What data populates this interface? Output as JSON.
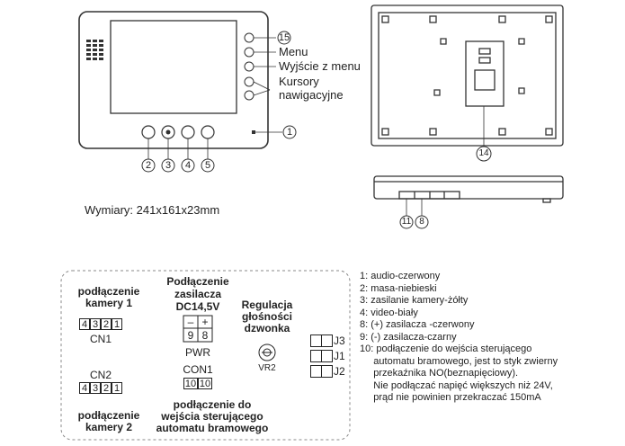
{
  "front_labels": {
    "n15": "15",
    "menu": "Menu",
    "exit": "Wyjście z menu",
    "cursors_1": "Kursory",
    "cursors_2": "nawigacyjne",
    "n1": "1",
    "n2": "2",
    "n3": "3",
    "n4": "4",
    "n5": "5"
  },
  "back_labels": {
    "n14": "14"
  },
  "side_labels": {
    "n11": "11",
    "n8": "8"
  },
  "dimensions": "Wymiary: 241x161x23mm",
  "connections": {
    "camera1_title_1": "podłączenie",
    "camera1_title_2": "kamery 1",
    "cn1_pins": [
      "4",
      "3",
      "2",
      "1"
    ],
    "cn1_label": "CN1",
    "cn2_label": "CN2",
    "cn2_pins": [
      "4",
      "3",
      "2",
      "1"
    ],
    "camera2_title_1": "podłączenie",
    "camera2_title_2": "kamery 2",
    "power_title_1": "Podłączenie",
    "power_title_2": "zasilacza",
    "power_title_3": "DC14,5V",
    "pwr_minus": "–",
    "pwr_plus": "+",
    "pwr_9": "9",
    "pwr_8": "8",
    "pwr_label": "PWR",
    "con1_label": "CON1",
    "con1_pins": [
      "10",
      "10"
    ],
    "gate_title_1": "podłączenie do",
    "gate_title_2": "wejścia sterującego",
    "gate_title_3": "automatu bramowego",
    "volume_title_1": "Regulacja",
    "volume_title_2": "głośności",
    "volume_title_3": "dzwonka",
    "vr2_label": "VR2",
    "j3": "J3",
    "j1": "J1",
    "j2": "J2"
  },
  "legend": [
    "1: audio-czerwony",
    "2: masa-niebieski",
    "3: zasilanie kamery-żółty",
    "4: video-biały",
    "8: (+) zasilacza -czerwony",
    "9: (-) zasilacza-czarny",
    "10: podłączenie do wejścia sterującego",
    "     automatu bramowego, jest to styk zwierny",
    "     przekaźnika NO(beznapięciowy).",
    "     Nie podłączać napięć większych niż 24V,",
    "     prąd nie powinien przekraczać 150mA"
  ]
}
